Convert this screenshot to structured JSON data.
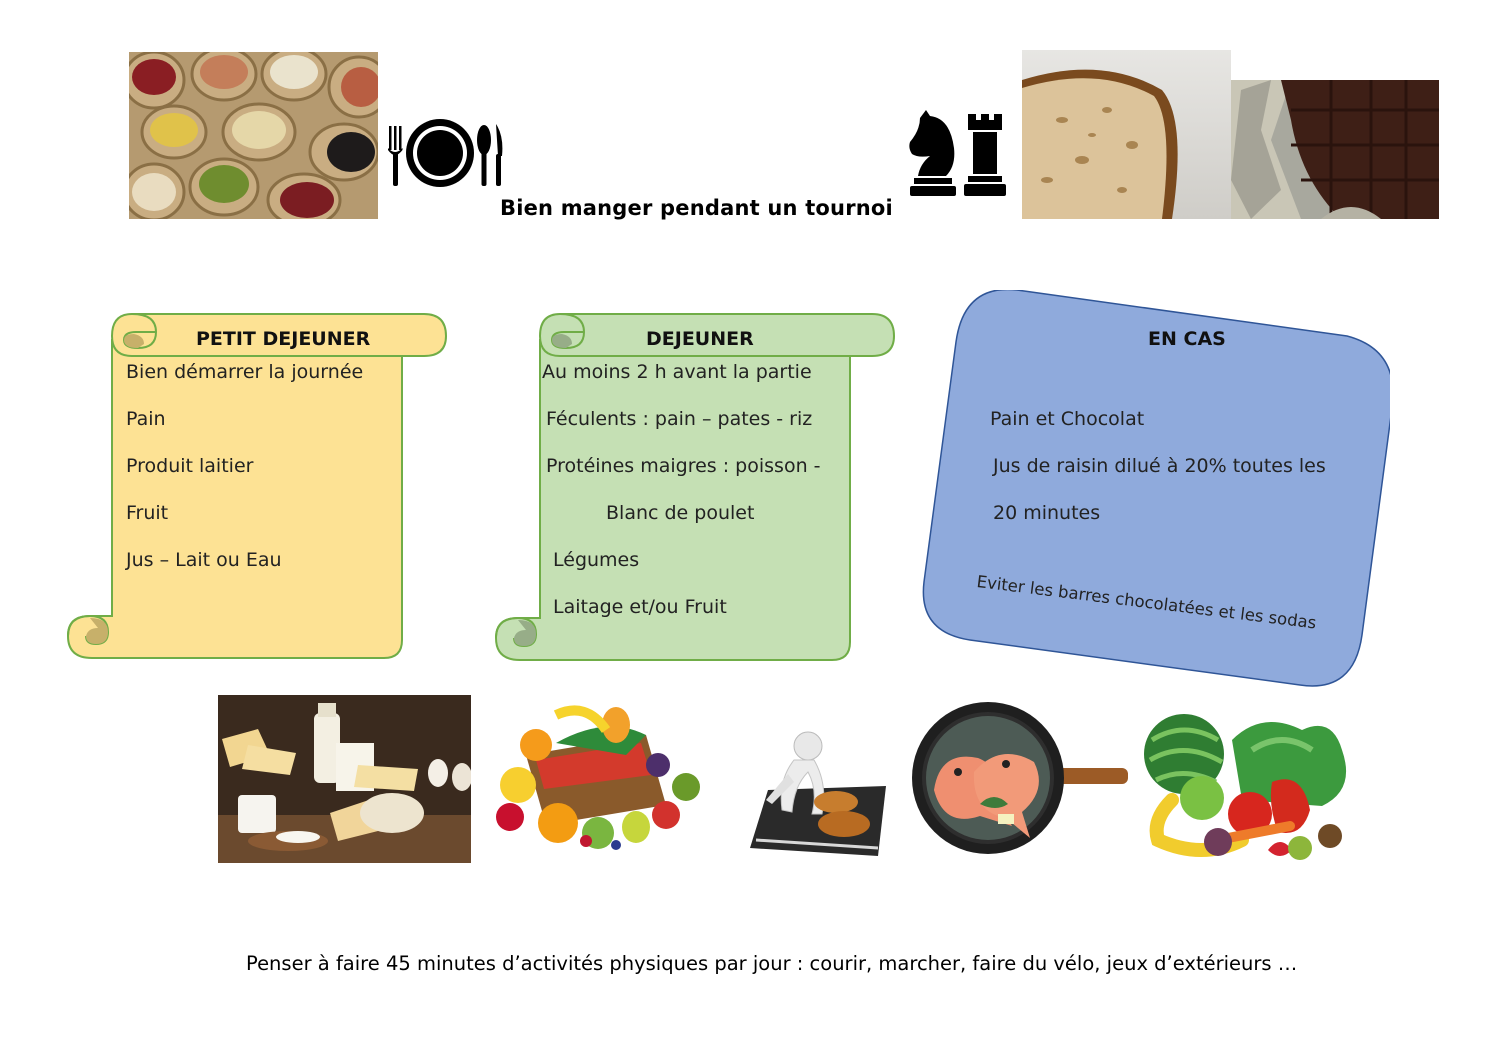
{
  "title": "Bien manger pendant un tournoi",
  "petit_dejeuner": {
    "heading": "PETIT DEJEUNER",
    "lines": [
      "Bien démarrer la journée",
      "Pain",
      "Produit laitier",
      "Fruit",
      "Jus – Lait ou Eau"
    ],
    "color": "#fde294"
  },
  "dejeuner": {
    "heading": "DEJEUNER",
    "lines": [
      "Au moins 2 h avant la partie",
      "Féculents : pain – pates - riz",
      "Protéines maigres : poisson -",
      "Blanc de poulet",
      "Légumes",
      "Laitage et/ou Fruit"
    ],
    "color": "#c5e0b4"
  },
  "en_cas": {
    "heading": "EN CAS",
    "lines": [
      "Pain et Chocolat",
      "Jus de raisin dilué à 20% toutes les",
      "20 minutes"
    ],
    "note": "Eviter les barres chocolatées et les sodas",
    "color": "#8faadc"
  },
  "icons": [
    "legumes-secs-photo",
    "couverts-icon",
    "cavalier-icon",
    "tour-icon",
    "pain-photo",
    "chocolat-photo",
    "produits-laitiers-photo",
    "fruits-photo",
    "poulet-illustration",
    "poisson-poele-illustration",
    "fruits-legumes-illustration"
  ],
  "footer": "Penser à faire 45 minutes d’activités physiques par jour : courir, marcher, faire du vélo, jeux d’extérieurs …"
}
